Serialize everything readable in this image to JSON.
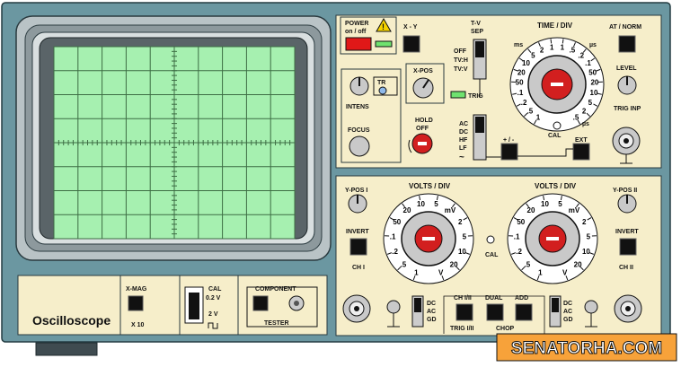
{
  "brand": {
    "model": "Oscilloscope",
    "watermark": "SENATORHA.COM"
  },
  "colors": {
    "case": "#6b97a1",
    "panel": "#f6eeca",
    "screen": "#a6f0b0",
    "grid": "#3d6d44",
    "knob_red": "#d21f1f",
    "led_green": "#6fe26f",
    "power_red": "#e01818"
  },
  "power": {
    "label_line1": "POWER",
    "label_line2": "on / off",
    "icon": "warning-icon"
  },
  "xy": {
    "label": "X - Y"
  },
  "tvsep": {
    "label_line1": "T-V",
    "label_line2": "SEP",
    "options": [
      "OFF",
      "TV:H",
      "TV:V"
    ]
  },
  "timediv": {
    "label": "TIME / DIV",
    "cal": "CAL",
    "unit_ms": "ms",
    "unit_us": "µs",
    "scale_left": [
      "1",
      ".5",
      ".2",
      ".1",
      "50",
      "20",
      "10",
      "5",
      "2",
      "1"
    ],
    "scale_right": [
      "1",
      ".5",
      ".2",
      ".1",
      "50",
      "20",
      "10",
      "5",
      "2",
      ".5",
      ".2",
      ".1"
    ]
  },
  "atnorm": {
    "label": "AT / NORM"
  },
  "level": {
    "label": "LEVEL"
  },
  "trig_inp": {
    "label": "TRIG INP"
  },
  "intens": {
    "label": "INTENS",
    "tr": "TR"
  },
  "xpos": {
    "label": "X-POS"
  },
  "trig": {
    "label": "TRIG",
    "options": [
      "AC",
      "DC",
      "HF",
      "LF",
      "~"
    ]
  },
  "holdoff": {
    "label_line1": "HOLD",
    "label_line2": "OFF"
  },
  "focus": {
    "label": "FOCUS"
  },
  "slope": {
    "label": "+ / -"
  },
  "ext": {
    "label": "EXT"
  },
  "xmag": {
    "label_line1": "X-MAG",
    "label_line2": "X 10"
  },
  "cal_out": {
    "label_line1": "CAL",
    "label_line2": "0.2 V",
    "label_line3": "2 V"
  },
  "component_tester": {
    "label_top": "COMPONENT",
    "label_bottom": "TESTER"
  },
  "ch1": {
    "ypos": "Y-POS I",
    "voltsdiv": "VOLTS / DIV",
    "invert": "INVERT",
    "channel": "CH I",
    "scale": [
      "1",
      ".5",
      ".2",
      ".1",
      "50",
      "20",
      "10",
      "5",
      "mV",
      "2",
      "5",
      "10",
      "20",
      "V"
    ]
  },
  "ch2": {
    "ypos": "Y-POS II",
    "voltsdiv": "VOLTS / DIV",
    "invert": "INVERT",
    "channel": "CH II",
    "scale": [
      "1",
      ".5",
      ".2",
      ".1",
      "50",
      "20",
      "10",
      "5",
      "mV",
      "2",
      "5",
      "10",
      "20",
      "V"
    ]
  },
  "vertical_cal": {
    "label": "CAL"
  },
  "coupling": {
    "options": [
      "DC",
      "AC",
      "GD"
    ]
  },
  "mode": {
    "ch": "CH I/II",
    "trig": "TRIG I/II",
    "dual": "DUAL",
    "add": "ADD",
    "chop": "CHOP"
  }
}
